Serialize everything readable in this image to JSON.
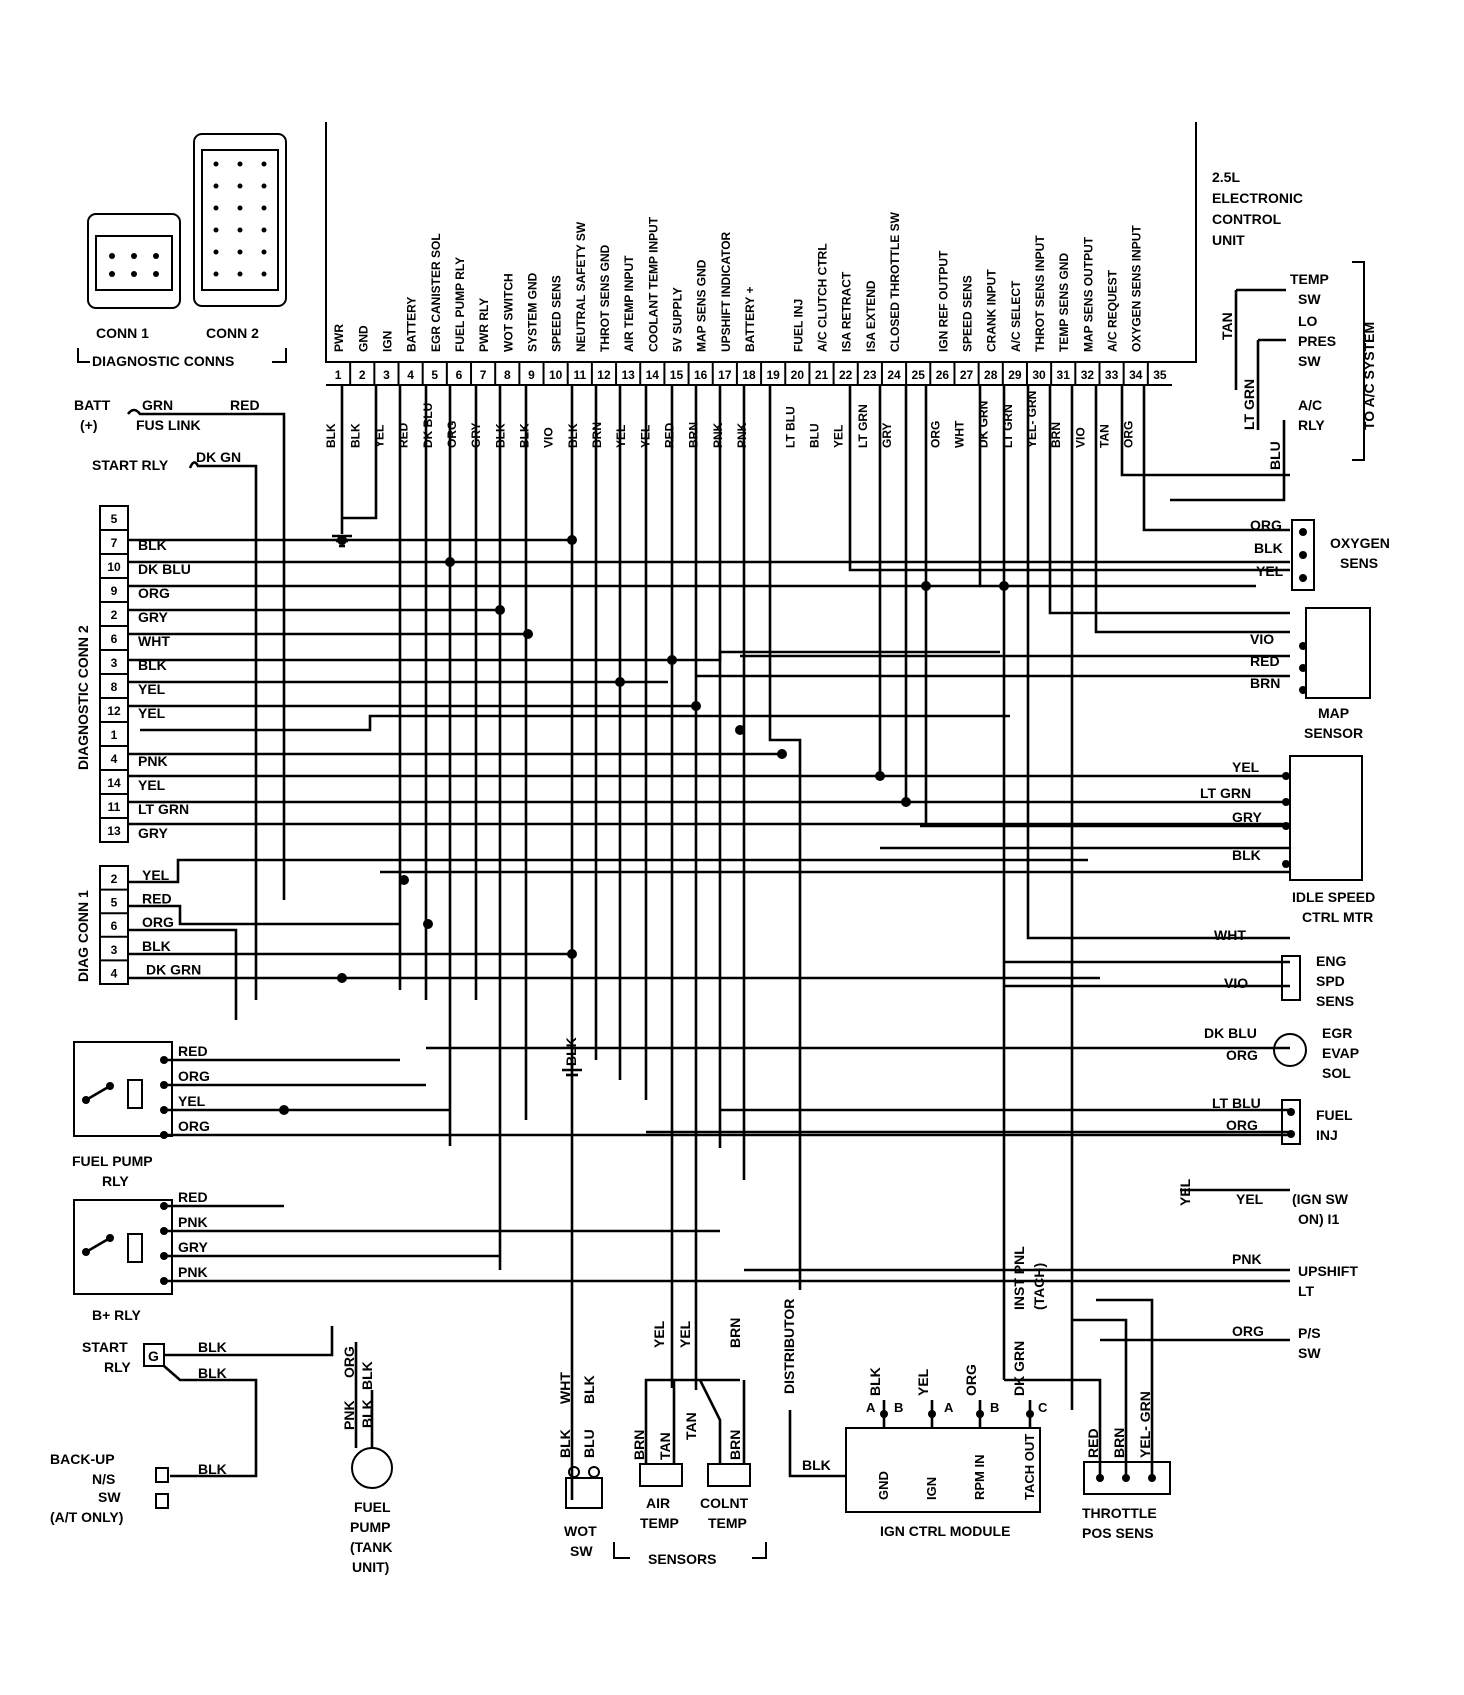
{
  "ecu": {
    "title_lines": [
      "2.5L",
      "ELECTRONIC",
      "CONTROL",
      "UNIT"
    ],
    "pins": [
      {
        "n": "1",
        "func": "PWR",
        "wire": "BLK"
      },
      {
        "n": "2",
        "func": "GND",
        "wire": "BLK"
      },
      {
        "n": "3",
        "func": "IGN",
        "wire": "YEL"
      },
      {
        "n": "4",
        "func": "BATTERY",
        "wire": "RED"
      },
      {
        "n": "5",
        "func": "EGR CANISTER SOL",
        "wire": "DK BLU"
      },
      {
        "n": "6",
        "func": "FUEL PUMP RLY",
        "wire": "ORG"
      },
      {
        "n": "7",
        "func": "PWR RLY",
        "wire": "GRY"
      },
      {
        "n": "8",
        "func": "WOT SWITCH",
        "wire": "BLK"
      },
      {
        "n": "9",
        "func": "SYSTEM GND",
        "wire": "BLK"
      },
      {
        "n": "10",
        "func": "SPEED SENS",
        "wire": "VIO"
      },
      {
        "n": "11",
        "func": "NEUTRAL SAFETY SW",
        "wire": "BLK"
      },
      {
        "n": "12",
        "func": "THROT SENS GND",
        "wire": "BRN"
      },
      {
        "n": "13",
        "func": "AIR TEMP INPUT",
        "wire": "YEL"
      },
      {
        "n": "14",
        "func": "COOLANT TEMP INPUT",
        "wire": "YEL"
      },
      {
        "n": "15",
        "func": "5V SUPPLY",
        "wire": "RED"
      },
      {
        "n": "16",
        "func": "MAP SENS GND",
        "wire": "BRN"
      },
      {
        "n": "17",
        "func": "UPSHIFT INDICATOR",
        "wire": "PNK"
      },
      {
        "n": "18",
        "func": "BATTERY +",
        "wire": "PNK"
      },
      {
        "n": "19",
        "func": "",
        "wire": ""
      },
      {
        "n": "20",
        "func": "FUEL INJ",
        "wire": "LT BLU"
      },
      {
        "n": "21",
        "func": "A/C CLUTCH CTRL",
        "wire": "BLU"
      },
      {
        "n": "22",
        "func": "ISA RETRACT",
        "wire": "YEL"
      },
      {
        "n": "23",
        "func": "ISA EXTEND",
        "wire": "LT GRN"
      },
      {
        "n": "24",
        "func": "CLOSED THROTTLE SW",
        "wire": "GRY"
      },
      {
        "n": "25",
        "func": "",
        "wire": ""
      },
      {
        "n": "26",
        "func": "IGN REF OUTPUT",
        "wire": "ORG"
      },
      {
        "n": "27",
        "func": "SPEED SENS",
        "wire": "WHT"
      },
      {
        "n": "28",
        "func": "CRANK INPUT",
        "wire": "DK GRN"
      },
      {
        "n": "29",
        "func": "A/C SELECT",
        "wire": "LT GRN"
      },
      {
        "n": "30",
        "func": "THROT SENS INPUT",
        "wire": "YEL- GRN"
      },
      {
        "n": "31",
        "func": "TEMP SENS GND",
        "wire": "BRN"
      },
      {
        "n": "32",
        "func": "MAP SENS OUTPUT",
        "wire": "VIO"
      },
      {
        "n": "33",
        "func": "A/C REQUEST",
        "wire": "TAN"
      },
      {
        "n": "34",
        "func": "OXYGEN SENS INPUT",
        "wire": "ORG"
      },
      {
        "n": "35",
        "func": "",
        "wire": ""
      }
    ]
  },
  "diag_conns": {
    "conn1": "CONN 1",
    "conn2": "CONN 2",
    "label": "DIAGNOSTIC CONNS"
  },
  "diag_conn2": {
    "title": "DIAGNOSTIC CONN 2",
    "rows": [
      {
        "pin": "5",
        "wire": ""
      },
      {
        "pin": "7",
        "wire": "BLK"
      },
      {
        "pin": "10",
        "wire": "DK BLU"
      },
      {
        "pin": "9",
        "wire": "ORG"
      },
      {
        "pin": "2",
        "wire": "GRY"
      },
      {
        "pin": "6",
        "wire": "WHT"
      },
      {
        "pin": "3",
        "wire": "BLK"
      },
      {
        "pin": "8",
        "wire": "YEL"
      },
      {
        "pin": "12",
        "wire": "YEL"
      },
      {
        "pin": "1",
        "wire": ""
      },
      {
        "pin": "4",
        "wire": "PNK"
      },
      {
        "pin": "14",
        "wire": "YEL"
      },
      {
        "pin": "11",
        "wire": "LT GRN"
      },
      {
        "pin": "13",
        "wire": "GRY"
      }
    ]
  },
  "diag_conn1": {
    "title": "DIAG CONN 1",
    "rows": [
      {
        "pin": "2",
        "wire": "YEL"
      },
      {
        "pin": "5",
        "wire": "RED"
      },
      {
        "pin": "6",
        "wire": "ORG"
      },
      {
        "pin": "3",
        "wire": "BLK"
      },
      {
        "pin": "4",
        "wire": "DK GRN"
      }
    ]
  },
  "left_top": {
    "batt": "BATT",
    "batt_plus": "(+)",
    "grn": "GRN",
    "fus_link": "FUS LINK",
    "red": "RED",
    "start_rly": "START RLY",
    "dk_gn": "DK GN"
  },
  "fuel_pump_rly": {
    "label_1": "FUEL PUMP",
    "label_2": "RLY",
    "wires": [
      "RED",
      "ORG",
      "YEL",
      "ORG"
    ]
  },
  "b_rly": {
    "label": "B+ RLY",
    "wires": [
      "RED",
      "PNK",
      "GRY",
      "PNK"
    ]
  },
  "start_rly_bottom": {
    "label_1": "START",
    "label_2": "RLY",
    "terminal": "G",
    "wires": [
      "BLK",
      "BLK"
    ]
  },
  "backup_sw": {
    "lines": [
      "BACK-UP",
      "N/S",
      "SW",
      "(A/T ONLY)"
    ],
    "wire": "BLK"
  },
  "fuel_pump": {
    "lines": [
      "FUEL",
      "PUMP",
      "(TANK",
      "UNIT)"
    ],
    "wires": [
      "PNK",
      "ORG",
      "BLK",
      "BLK"
    ]
  },
  "wot_sw": {
    "lines": [
      "WOT",
      "SW"
    ],
    "wires": [
      "WHT",
      "BLK",
      "BLK",
      "BLU"
    ]
  },
  "gnd_blk": "BLK",
  "sensors": {
    "label": "SENSORS",
    "air_temp": [
      "AIR",
      "TEMP"
    ],
    "colnt_temp": [
      "COLNT",
      "TEMP"
    ],
    "wires": [
      "YEL",
      "YEL",
      "BRN",
      "BRN",
      "TAN",
      "TAN",
      "BRN"
    ]
  },
  "ign_ctrl_module": {
    "label": "IGN CTRL MODULE",
    "distributor": "DISTRIBUTOR",
    "inst_pnl": [
      "INST PNL",
      "(TACH)"
    ],
    "terminals": [
      "GND",
      "IGN",
      "RPM IN",
      "TACH OUT"
    ],
    "letters": [
      "A",
      "B",
      "A",
      "B",
      "C"
    ],
    "wires": [
      "BLK",
      "BLK",
      "YEL",
      "ORG",
      "DK GRN"
    ]
  },
  "throttle_pos_sens": {
    "lines": [
      "THROTTLE",
      "POS SENS"
    ],
    "wires": [
      "RED",
      "BRN",
      "YEL- GRN"
    ]
  },
  "right": {
    "ac_system": "TO A/C SYSTEM",
    "temp_sw": [
      "TEMP",
      "SW"
    ],
    "lo_pres_sw": [
      "LO",
      "PRES",
      "SW"
    ],
    "ac_rly": [
      "A/C",
      "RLY"
    ],
    "tan": "TAN",
    "lt_grn": "LT GRN",
    "blu": "BLU",
    "oxygen_sens": [
      "OXYGEN",
      "SENS"
    ],
    "oxygen_wires": [
      "ORG",
      "BLK",
      "YEL"
    ],
    "map_sensor": [
      "MAP",
      "SENSOR"
    ],
    "map_wires": [
      "VIO",
      "RED",
      "BRN"
    ],
    "idle_speed": [
      "IDLE SPEED",
      "CTRL MTR"
    ],
    "idle_wires": [
      "YEL",
      "LT GRN",
      "GRY",
      "BLK"
    ],
    "eng_spd": [
      "ENG",
      "SPD",
      "SENS"
    ],
    "eng_wires": [
      "WHT",
      "VIO"
    ],
    "egr_evap": [
      "EGR",
      "EVAP",
      "SOL"
    ],
    "egr_wires": [
      "DK BLU",
      "ORG"
    ],
    "fuel_inj": [
      "FUEL",
      "INJ"
    ],
    "inj_wires": [
      "LT BLU",
      "ORG"
    ],
    "ign_sw": [
      "(IGN SW",
      "ON) I1"
    ],
    "ign_wires": [
      "YEL",
      "YEL"
    ],
    "upshift": [
      "UPSHIFT",
      "LT"
    ],
    "upshift_wire": "PNK",
    "ps_sw": [
      "P/S",
      "SW"
    ],
    "ps_wire": "ORG"
  }
}
